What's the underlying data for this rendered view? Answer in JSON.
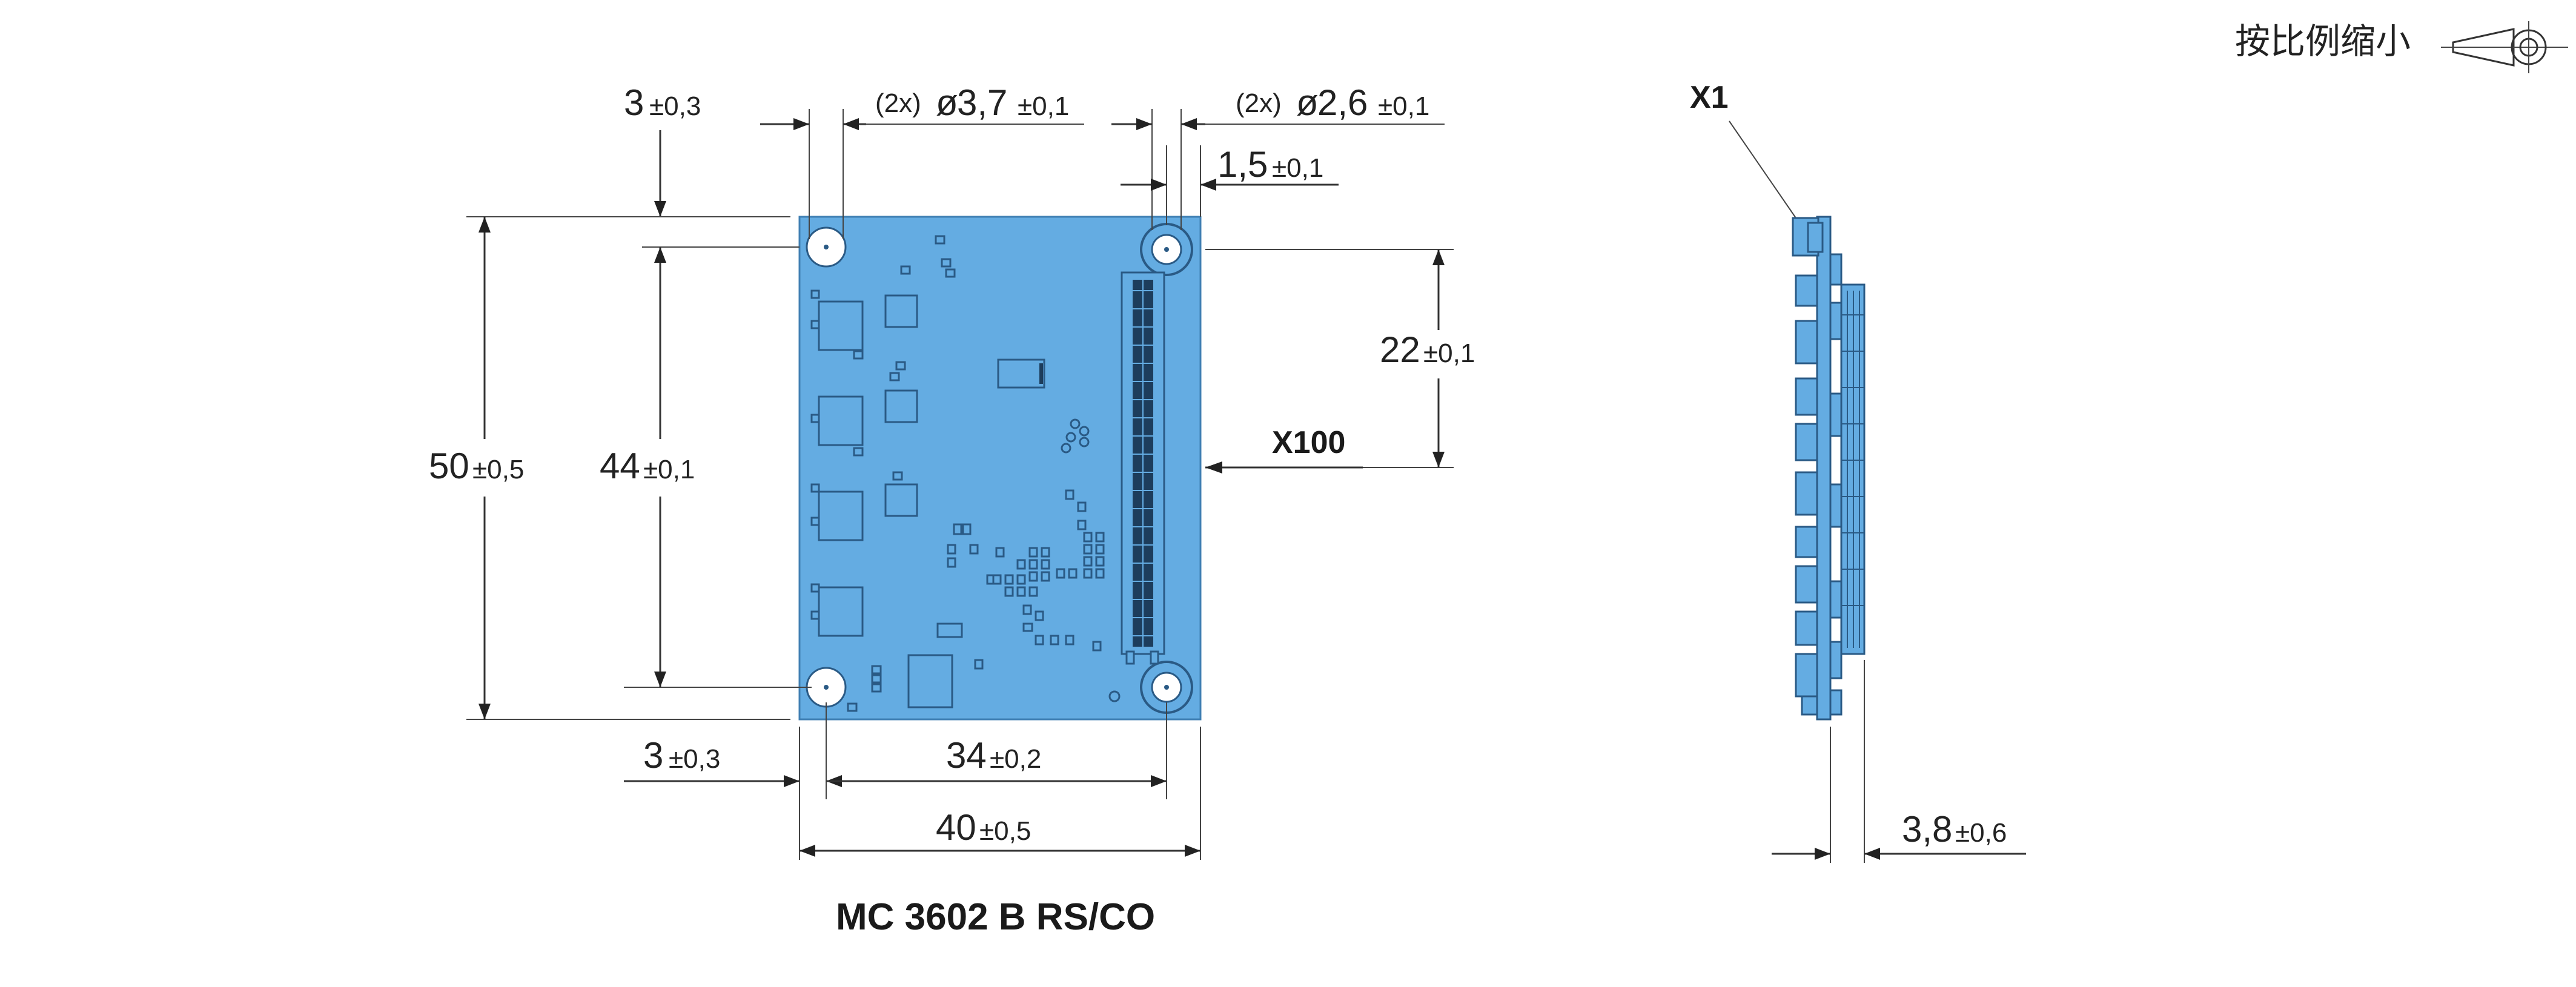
{
  "scale_note": {
    "label": "按比例缩小"
  },
  "front_view": {
    "dim_top_offset": {
      "value": "3",
      "tol": "±0,3"
    },
    "dim_hole_left": {
      "prefix": "(2x)",
      "symbol": "ø",
      "value": "3,7",
      "tol": "±0,1"
    },
    "dim_hole_right": {
      "prefix": "(2x)",
      "symbol": "ø",
      "value": "2,6",
      "tol": "±0,1"
    },
    "dim_hole_edge": {
      "value": "1,5",
      "tol": "±0,1"
    },
    "dim_height": {
      "value": "50",
      "tol": "±0,5"
    },
    "dim_hole_spacing_v": {
      "value": "44",
      "tol": "±0,1"
    },
    "dim_connector_offset": {
      "value": "22",
      "tol": "±0,1"
    },
    "connector_label": "X100",
    "dim_left_offset": {
      "value": "3",
      "tol": "±0,3"
    },
    "dim_hole_spacing_h": {
      "value": "34",
      "tol": "±0,2"
    },
    "dim_width": {
      "value": "40",
      "tol": "±0,5"
    },
    "model": "MC 3602 B RS/CO"
  },
  "side_view": {
    "label": "X1",
    "dim_thickness": {
      "value": "3,8",
      "tol": "±0,6"
    }
  },
  "colors": {
    "pcb": "#64ace2",
    "outline": "#2a5a85",
    "text": "#222222"
  }
}
